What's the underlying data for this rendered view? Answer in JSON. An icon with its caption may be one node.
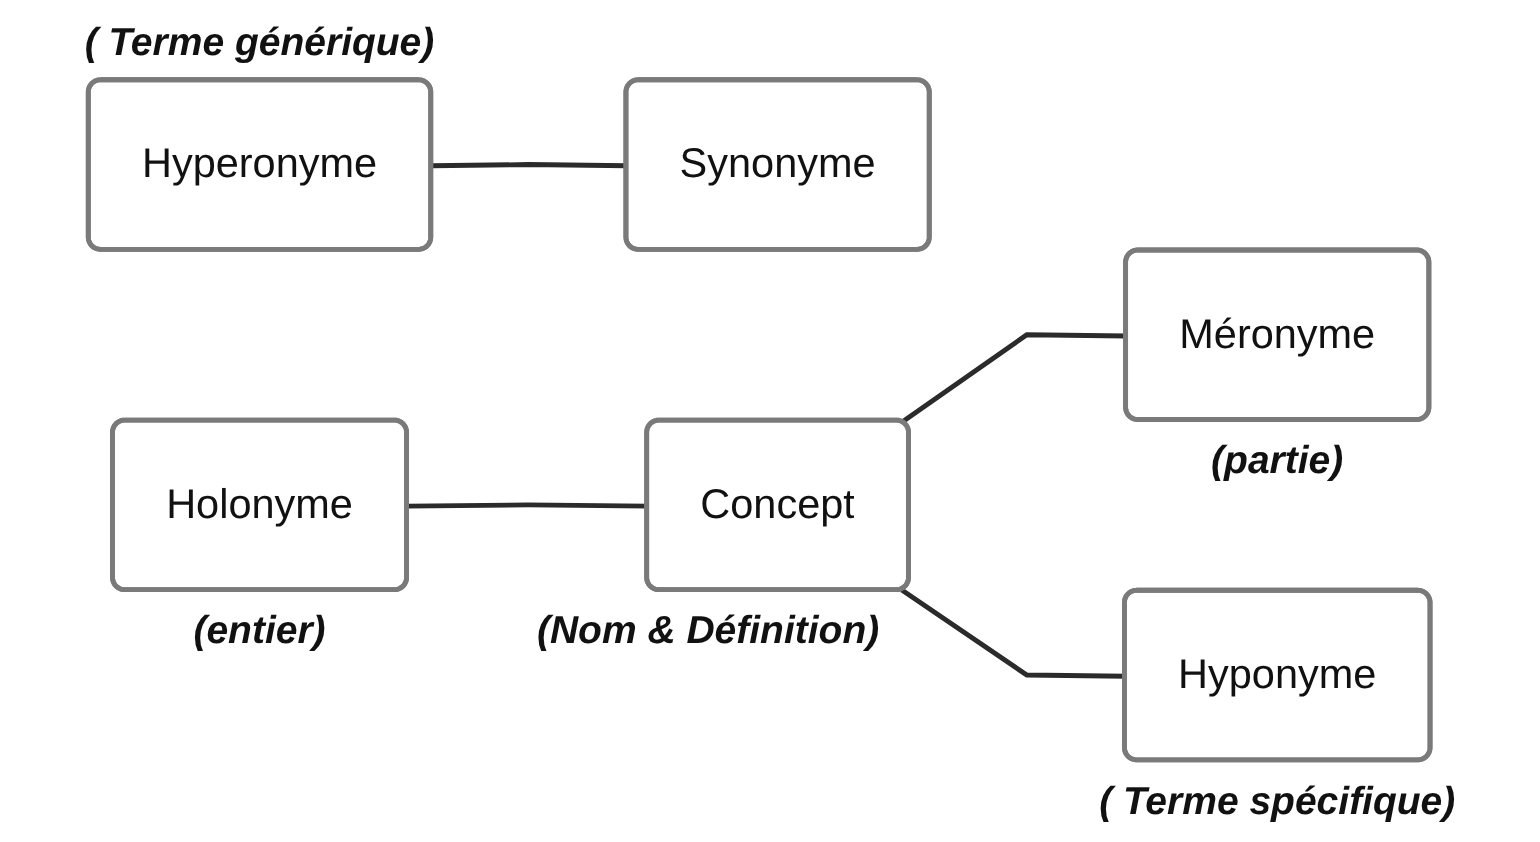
{
  "diagram": {
    "nodes": [
      {
        "text": [
          "Hyperonyme"
        ],
        "beside": [
          "( Terme générique)"
        ]
      },
      {
        "text": [
          "Synonyme"
        ]
      },
      {
        "text": [
          "Holonyme"
        ],
        "beside": [
          "(entier)"
        ]
      },
      {
        "text": [
          "Concept"
        ],
        "beside": [
          "(Nom & Définition)"
        ]
      },
      {
        "text": [
          "Méronyme"
        ],
        "beside": [
          "(partie)"
        ]
      },
      {
        "text": [
          "Hyponyme"
        ],
        "beside": [
          "( Terme spécifique)"
        ]
      }
    ],
    "edges": [
      {
        "from": 0,
        "to": 1,
        "arrow": "none"
      },
      {
        "from": 2,
        "to": 3,
        "arrow": "none"
      },
      {
        "from": 3,
        "to": 4,
        "arrow": "none"
      },
      {
        "from": 3,
        "to": 5,
        "arrow": "none"
      }
    ]
  }
}
